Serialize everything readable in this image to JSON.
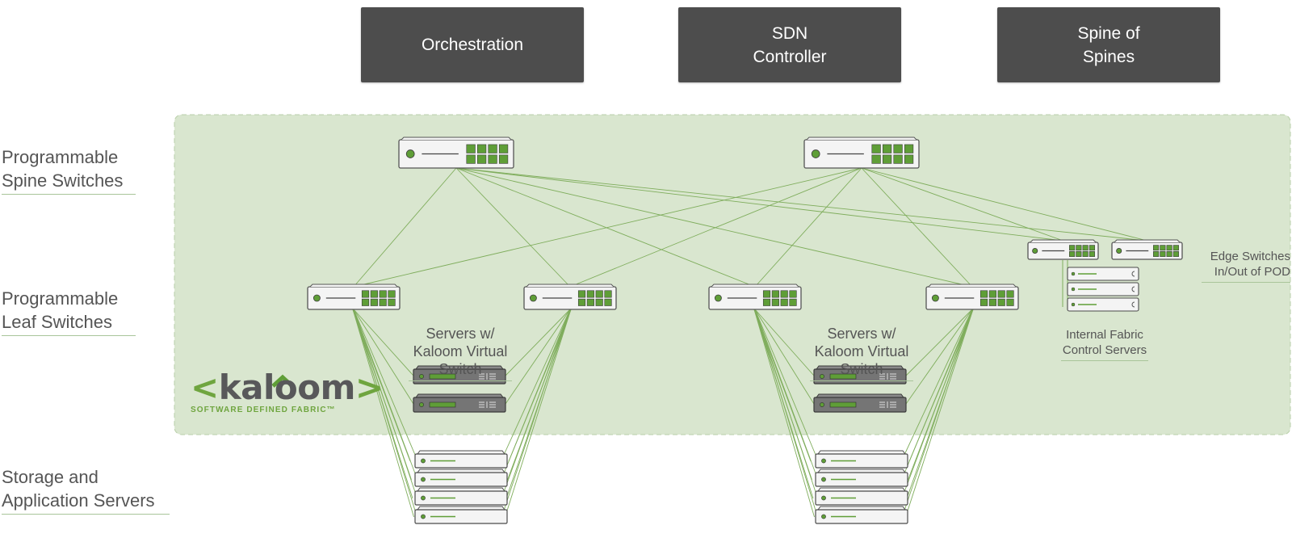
{
  "top_boxes": [
    {
      "id": "orchestration",
      "text": "Orchestration"
    },
    {
      "id": "sdn-controller",
      "text": "SDN\nController"
    },
    {
      "id": "spine-of-spines",
      "text": "Spine of\nSpines"
    }
  ],
  "row_labels": {
    "spine": "Programmable\nSpine Switches",
    "leaf": "Programmable\nLeaf Switches",
    "storage": "Storage and\nApplication Servers"
  },
  "captions": {
    "servers_left": "Servers w/\nKaloom Virtual\nSwitch",
    "servers_right": "Servers w/\nKaloom Virtual\nSwitch",
    "edge": "Edge Switches\nIn/Out of POD",
    "internal": "Internal Fabric\nControl Servers"
  },
  "logo": {
    "open": "<",
    "word": "kaloom",
    "close": ">",
    "tagline": "SOFTWARE DEFINED FABRIC™"
  },
  "colors": {
    "fabric_bg": "#d9e6cf",
    "fabric_border": "#b8cfa8",
    "link": "#7fad5c",
    "port": "#5f9e37",
    "box": "#4d4d4d",
    "device_fill": "#f4f4f4",
    "device_stroke": "#555555",
    "server_dark": "#757575"
  },
  "icons": {
    "spine_switch": "switch-icon",
    "leaf_switch": "switch-icon",
    "edge_switch": "switch-icon",
    "virtual_switch_server": "server-icon",
    "storage_server": "server-icon",
    "control_server": "server-icon"
  }
}
